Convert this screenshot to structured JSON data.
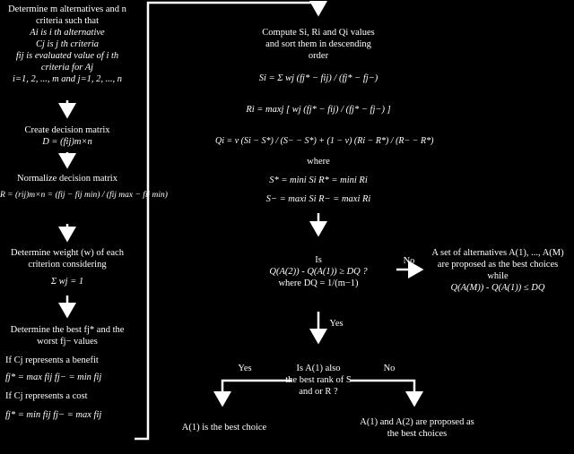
{
  "left": {
    "step1": [
      "Determine m alternatives and n",
      "criteria such that",
      "Ai is i th alternative",
      "Cj is j th criteria",
      "fij is evaluated value of i th",
      "criteria for Aj",
      "i=1, 2, ..., m and j=1, 2, ..., n"
    ],
    "step2": [
      "Create decision matrix",
      "D = (fij)m×n"
    ],
    "step3": [
      "Normalize decision matrix",
      "R = (rij)m×n = (fij − fij min) / (fij max − fij min)"
    ],
    "step4": [
      "Determine weight (w) of each",
      "criterion considering",
      "Σ wj = 1"
    ],
    "step5": [
      "Determine the best fj* and the",
      "worst fj− values",
      "If Cj represents a benefit",
      "fj* = max fij      fj− = min fij",
      "If Cj represents a cost",
      "fj* = min fij      fj− = max fij"
    ]
  },
  "middle": {
    "step6": [
      "Compute Si, Ri and Qi values",
      "and sort them in descending",
      "order",
      "Si = Σ wj (fj* − fij) / (fj* − fj−)",
      "Ri = maxj [ wj (fj* − fij) / (fj* − fj−) ]",
      "Qi = v (Si − S*) / (S− − S*) + (1 − v) (Ri − R*) / (R− − R*)",
      "where",
      "S* = mini Si        R* = mini Ri",
      "S− = maxi Si        R− = maxi Ri"
    ],
    "decision1": [
      "Is",
      "Q(A(2)) - Q(A(1)) ≥ DQ ?",
      "where DQ = 1/(m−1)"
    ],
    "yes_label": "Yes",
    "no_label": "No",
    "decision2": [
      "Is A(1) also",
      "the best rank of S",
      "and or R ?"
    ]
  },
  "right": {
    "no_outcome": [
      "A set of alternatives A(1), ..., A(M)",
      "are proposed as the best choices",
      "while",
      "Q(A(M)) - Q(A(1)) ≤ DQ"
    ]
  },
  "outcomes": {
    "yes_label": "Yes",
    "no_label": "No",
    "best_choice": "A(1) is the best choice",
    "both_proposed": [
      "A(1) and A(2) are proposed as",
      "the best choices"
    ]
  }
}
